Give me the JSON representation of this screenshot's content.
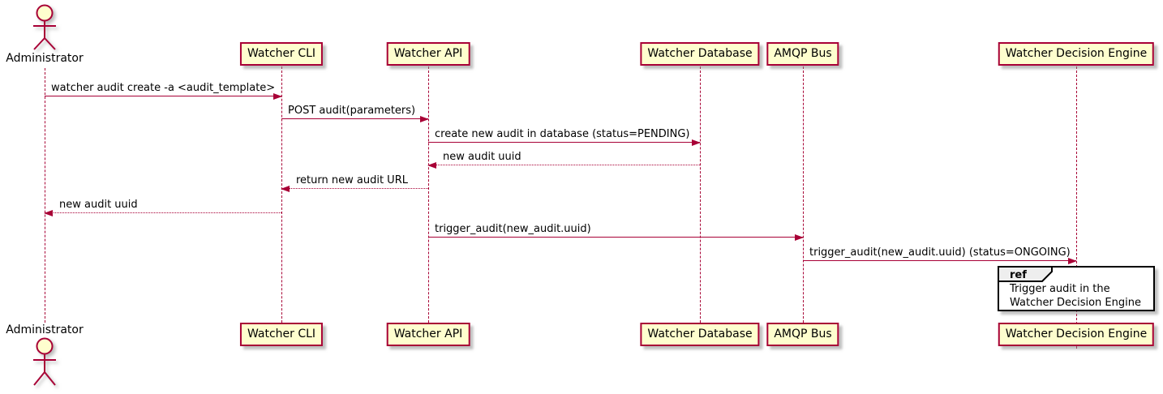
{
  "diagram": {
    "type": "uml-sequence",
    "actor": {
      "name": "Administrator"
    },
    "participants": [
      {
        "name": "Watcher CLI"
      },
      {
        "name": "Watcher API"
      },
      {
        "name": "Watcher Database"
      },
      {
        "name": "AMQP Bus"
      },
      {
        "name": "Watcher Decision Engine"
      }
    ],
    "messages": [
      {
        "label": "watcher audit create -a <audit_template>",
        "from": "Administrator",
        "to": "Watcher CLI",
        "style": "solid"
      },
      {
        "label": "POST audit(parameters)",
        "from": "Watcher CLI",
        "to": "Watcher API",
        "style": "solid"
      },
      {
        "label": "create new audit in database (status=PENDING)",
        "from": "Watcher API",
        "to": "Watcher Database",
        "style": "solid"
      },
      {
        "label": "new audit uuid",
        "from": "Watcher Database",
        "to": "Watcher API",
        "style": "dotted"
      },
      {
        "label": "return new audit URL",
        "from": "Watcher API",
        "to": "Watcher CLI",
        "style": "dotted"
      },
      {
        "label": "new audit uuid",
        "from": "Watcher CLI",
        "to": "Administrator",
        "style": "dotted"
      },
      {
        "label": "trigger_audit(new_audit.uuid)",
        "from": "Watcher API",
        "to": "AMQP Bus",
        "style": "solid"
      },
      {
        "label": "trigger_audit(new_audit.uuid) (status=ONGOING)",
        "from": "AMQP Bus",
        "to": "Watcher Decision Engine",
        "style": "solid"
      }
    ],
    "ref": {
      "keyword": "ref",
      "lines": [
        "Trigger audit in the",
        "Watcher Decision Engine"
      ]
    },
    "colors": {
      "box_fill": "#FEFECE",
      "box_border": "#A80036",
      "line": "#A80036",
      "text": "#000000",
      "ref_border": "#000000",
      "ref_tab_fill": "#EEEEEE"
    }
  }
}
